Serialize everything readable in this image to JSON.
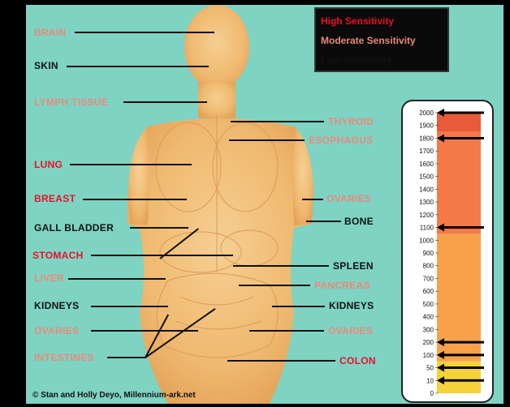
{
  "legend": {
    "high_label": "High Sensitivity",
    "moderate_label": "Moderate Sensitivity",
    "low_label": "Low Sensitivity",
    "high_color": "#e8102a",
    "moderate_color": "#e88a7a",
    "low_color": "#111111"
  },
  "labels": {
    "brain": "Brain",
    "skin": "Skin",
    "lymph": "Lymph Tissue",
    "thyroid": "Thyroid",
    "esophagus": "Esophagus",
    "lung": "Lung",
    "breast": "Breast",
    "ovaries_right": "Ovaries",
    "gall_bladder": "Gall Bladder",
    "bone": "Bone",
    "stomach": "Stomach",
    "liver": "Liver",
    "spleen": "Spleen",
    "pancreas": "Pancreas",
    "kidneys_left": "Kidneys",
    "kidneys_right": "Kidneys",
    "ovaries_left": "Ovaries",
    "ovaries_mid": "Ovaries",
    "intestines": "Intestines",
    "colon": "Colon"
  },
  "scale": {
    "ticks": [
      "2000",
      "1900",
      "1800",
      "1700",
      "1600",
      "1500",
      "1400",
      "1300",
      "1200",
      "1100",
      "1000",
      "900",
      "800",
      "700",
      "600",
      "500",
      "400",
      "300",
      "200",
      "100",
      "50",
      "10",
      "0"
    ],
    "markers": [
      2000,
      1800,
      1100,
      200,
      100,
      50,
      10
    ]
  },
  "copyright": "© Stan and Holly Deyo, Millennium-ark.net"
}
